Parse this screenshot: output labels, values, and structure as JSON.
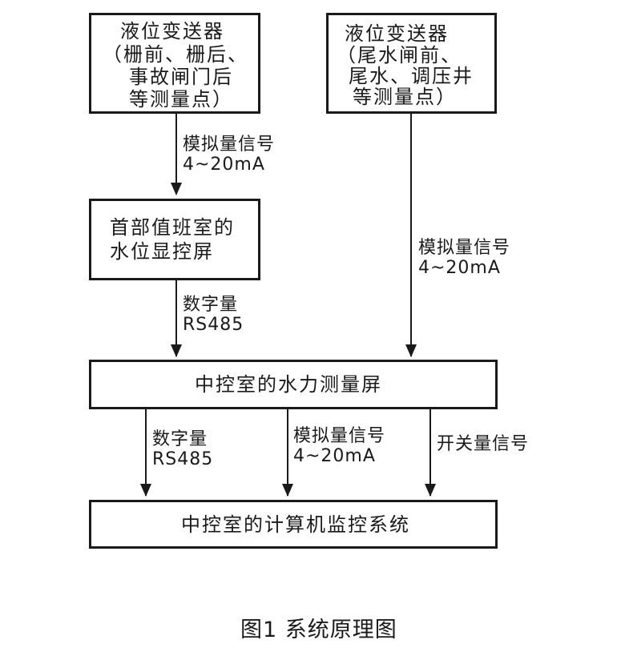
{
  "boxes": {
    "transmitter_left": {
      "lines": [
        "液位变送器",
        "（栅前、栅后、",
        "事故闸门后",
        "等测量点）"
      ]
    },
    "transmitter_right": {
      "lines": [
        "液位变送器",
        "（尾水闸前、",
        "尾水、调压井",
        "等测量点）"
      ]
    },
    "head_display": {
      "lines": [
        "首部值班室的",
        "水位显控屏"
      ]
    },
    "hydraulic_screen": {
      "label": "中控室的水力测量屏"
    },
    "computer_system": {
      "label": "中控室的计算机监控系统"
    }
  },
  "edges": {
    "left_to_head": {
      "lines": [
        "模拟量信号",
        "4~20mA"
      ]
    },
    "right_to_screen": {
      "lines": [
        "模拟量信号",
        "4~20mA"
      ]
    },
    "head_to_screen": {
      "lines": [
        "数字量",
        "RS485"
      ]
    },
    "screen_to_system_digital": {
      "lines": [
        "数字量",
        "RS485"
      ]
    },
    "screen_to_system_analog": {
      "lines": [
        "模拟量信号",
        "4~20mA"
      ]
    },
    "screen_to_system_switch": {
      "lines": [
        "开关量信号"
      ]
    }
  },
  "caption": "图1  系统原理图"
}
